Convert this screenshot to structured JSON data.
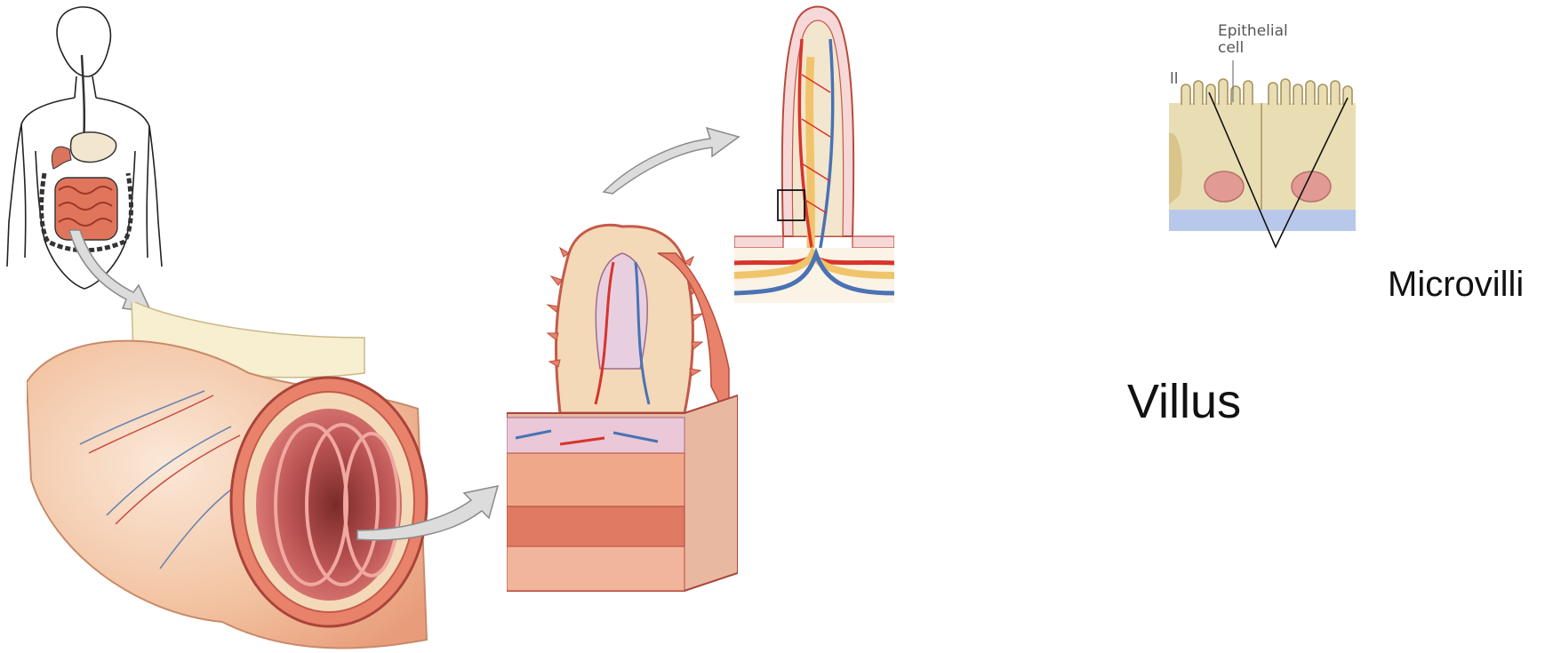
{
  "labels": {
    "villus": "Villus",
    "microvilli": "Microvilli",
    "epithelial_cell_line1": "Epithelial",
    "epithelial_cell_line2": "cell",
    "cut_label_fragment": "ll"
  },
  "colors": {
    "tissue": "#e8826a",
    "tissue_dark": "#b84b3b",
    "artery": "#d8342c",
    "vein": "#4a72b4",
    "lymph": "#f0c46a",
    "mucosa": "#f3d9b8",
    "cell_fill": "#e9ddb4",
    "nucleus": "#e29a94",
    "arrow_fill": "#dcdcdc",
    "arrow_stroke": "#8a8a8a"
  }
}
